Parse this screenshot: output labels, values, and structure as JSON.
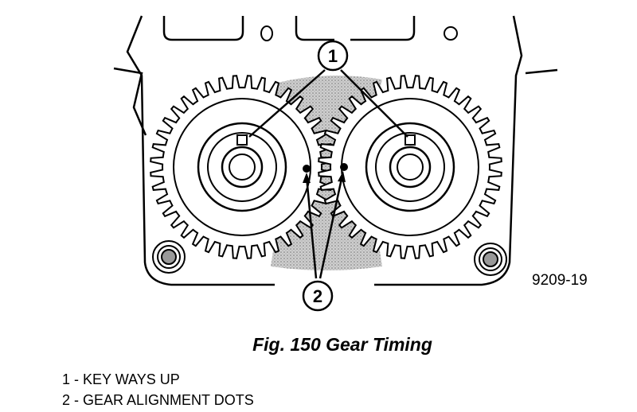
{
  "diagram": {
    "figure_number": "9209-19",
    "callouts": [
      "1",
      "2"
    ]
  },
  "caption": "Fig. 150 Gear Timing",
  "legend": [
    "1 - KEY WAYS UP",
    "2 - GEAR ALIGNMENT DOTS"
  ],
  "colors": {
    "ink": "#000000",
    "shade": "#bdbdbd",
    "paper": "#ffffff"
  }
}
